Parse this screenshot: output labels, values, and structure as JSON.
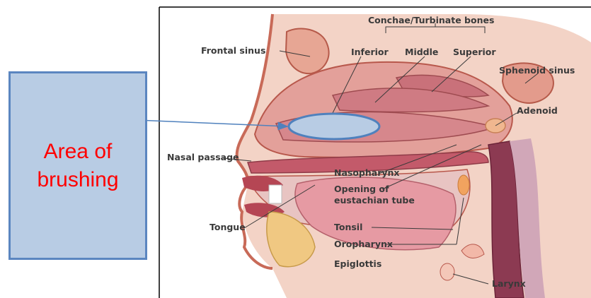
{
  "diagram": {
    "labels": {
      "conchae": "Conchae/Turbinate bones",
      "inferior": "Inferior",
      "middle": "Middle",
      "superior": "Superior",
      "frontal_sinus": "Frontal sinus",
      "sphenoid_sinus": "Sphenoid sinus",
      "adenoid": "Adenoid",
      "nasal_passage": "Nasal passage",
      "nasopharynx": "Nasopharynx",
      "opening_line1": "Opening of",
      "opening_line2": "eustachian tube",
      "tongue": "Tongue",
      "tonsil": "Tonsil",
      "oropharynx": "Oropharynx",
      "epiglottis": "Epiglottis",
      "larynx": "Larynx"
    },
    "callout": {
      "line1": "Area of",
      "line2": "brushing"
    },
    "colors": {
      "callout_fill": "#b8cce4",
      "callout_border": "#5b86c0",
      "callout_text": "#ff0000",
      "ellipse_fill": "#b8cce4",
      "arrow": "#4f81bd"
    }
  }
}
